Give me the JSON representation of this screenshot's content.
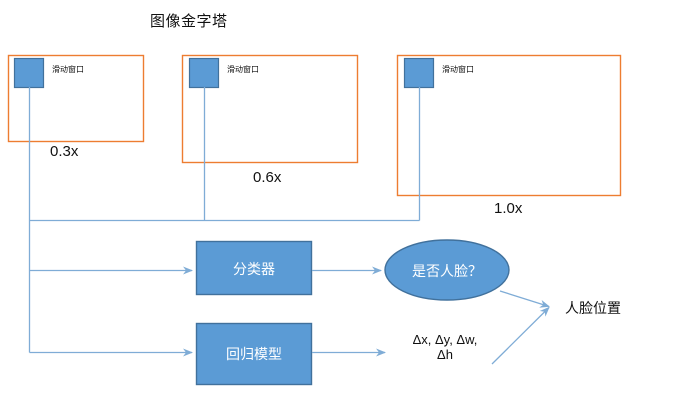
{
  "diagram": {
    "title": "图像金字塔",
    "colors": {
      "frame_orange": "#ED7D31",
      "node_blue_fill": "#5B9BD5",
      "node_blue_stroke": "#41719C",
      "connector_blue": "#7FACD6",
      "text_dark": "#111111",
      "text_light": "#FFFFFF"
    },
    "pyramid": {
      "sliding_window_label": "滑动窗口",
      "levels": [
        {
          "scale": "0.3x",
          "window_label": "滑动窗口"
        },
        {
          "scale": "0.6x",
          "window_label": "滑动窗口"
        },
        {
          "scale": "1.0x",
          "window_label": "滑动窗口"
        }
      ]
    },
    "nodes": {
      "classifier": "分类器",
      "regressor": "回归模型",
      "decision": "是否人脸？",
      "offsets_line1": "Δx, Δy, Δw,",
      "offsets_line2": "Δh",
      "output": "人脸位置"
    }
  }
}
